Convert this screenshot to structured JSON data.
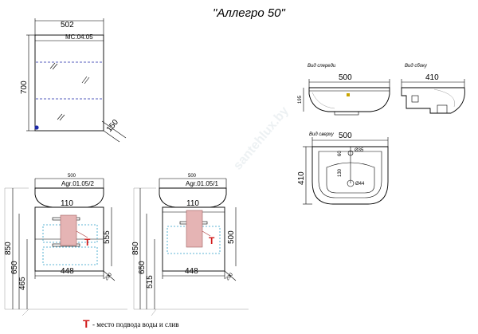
{
  "title": "\"Аллегро 50\"",
  "mirror": {
    "width": "502",
    "height": "700",
    "depth": "150",
    "code": "MC.04.05"
  },
  "sink": {
    "front_label": "Вид спереди",
    "side_label": "Вид сбоку",
    "top_label": "Вид сверху",
    "front_width": "500",
    "front_height": "195",
    "side_width": "410",
    "top_width": "500",
    "top_depth": "410",
    "dim_60": "60",
    "dim_130": "130",
    "dim_35": "35",
    "hole_dia": "Ø35",
    "drain_dia": "Ø44",
    "watermark": "santehlux.by"
  },
  "cabinet_left": {
    "top_width": "500",
    "code": "Agr.01.05/2",
    "dim_110": "110",
    "dim_555": "555",
    "total_height": "850",
    "height_650": "650",
    "height_465": "465",
    "bottom_width": "448",
    "depth": "290"
  },
  "cabinet_right": {
    "top_width": "500",
    "code": "Agr.01.05/1",
    "dim_110": "110",
    "dim_500": "500",
    "total_height": "850",
    "height_650": "650",
    "height_515": "515",
    "bottom_width": "448",
    "depth": "290"
  },
  "legend": {
    "marker": "Т",
    "text": "- место подвода воды и слив"
  },
  "colors": {
    "hidden_line": "#1d2aa8",
    "pipe_zone": "#2b9fc7",
    "supply_fill": "#e5b4b4",
    "marker_red": "#d01818"
  }
}
